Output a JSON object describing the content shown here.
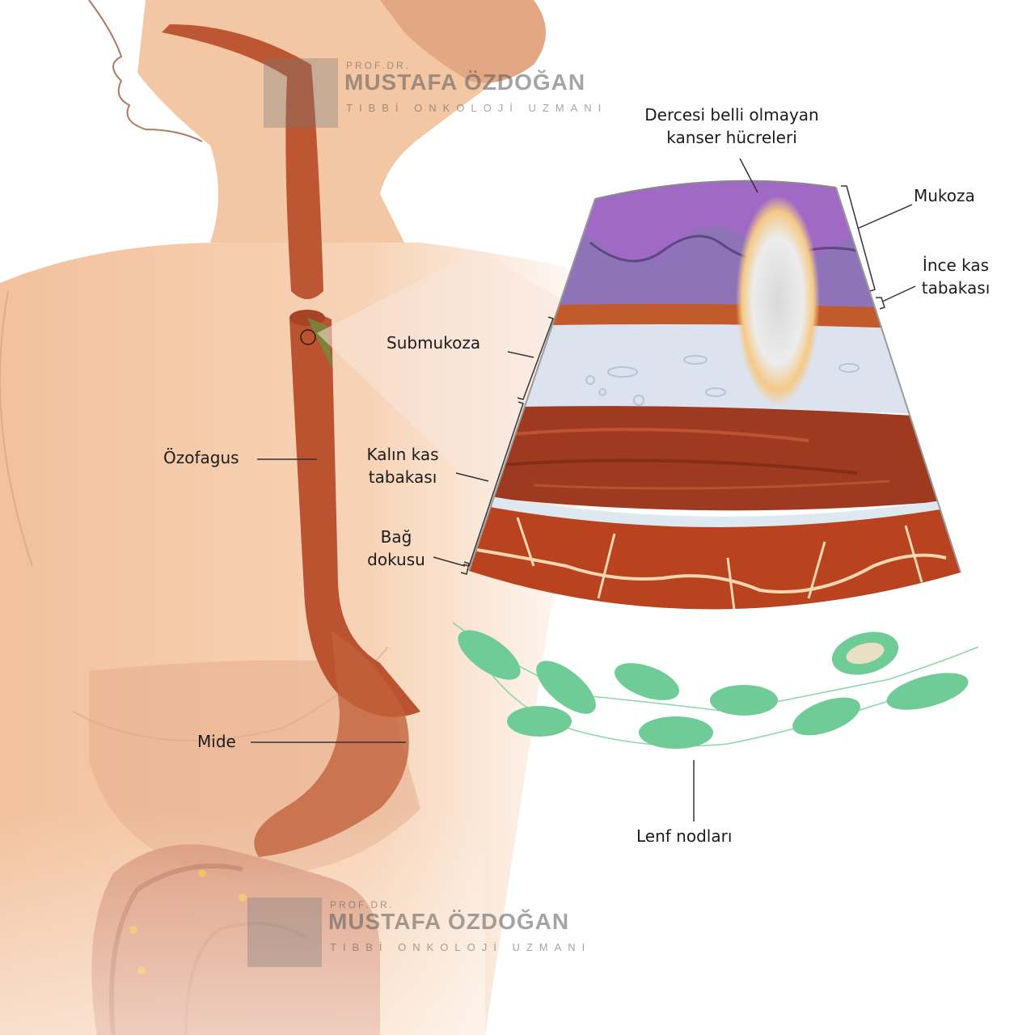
{
  "labels": {
    "cancer_cells_line1": "Dercesi belli olmayan",
    "cancer_cells_line2": "kanser hücreleri",
    "mukoza": "Mukoza",
    "ince_kas_line1": "İnce kas",
    "ince_kas_line2": "tabakası",
    "submukoza": "Submukoza",
    "kalin_kas_line1": "Kalın kas",
    "kalin_kas_line2": "tabakası",
    "bag_line1": "Bağ",
    "bag_line2": "dokusu",
    "ozofagus": "Özofagus",
    "mide": "Mide",
    "lenf": "Lenf nodları"
  },
  "watermark": {
    "prefix": "PROF.DR.",
    "name": "MUSTAFA ÖZDOĞAN",
    "title": "TIBBİ ONKOLOJİ UZMANI"
  },
  "colors": {
    "skin": "#f5c9a6",
    "esophagus": "#b9532f",
    "mucosa": "#8f73b8",
    "submucosa": "#dce3ef",
    "muscle": "#9e3a1f",
    "connective": "#b9431f",
    "lymph": "#6fcc96",
    "tumor": "#f3c27a"
  }
}
